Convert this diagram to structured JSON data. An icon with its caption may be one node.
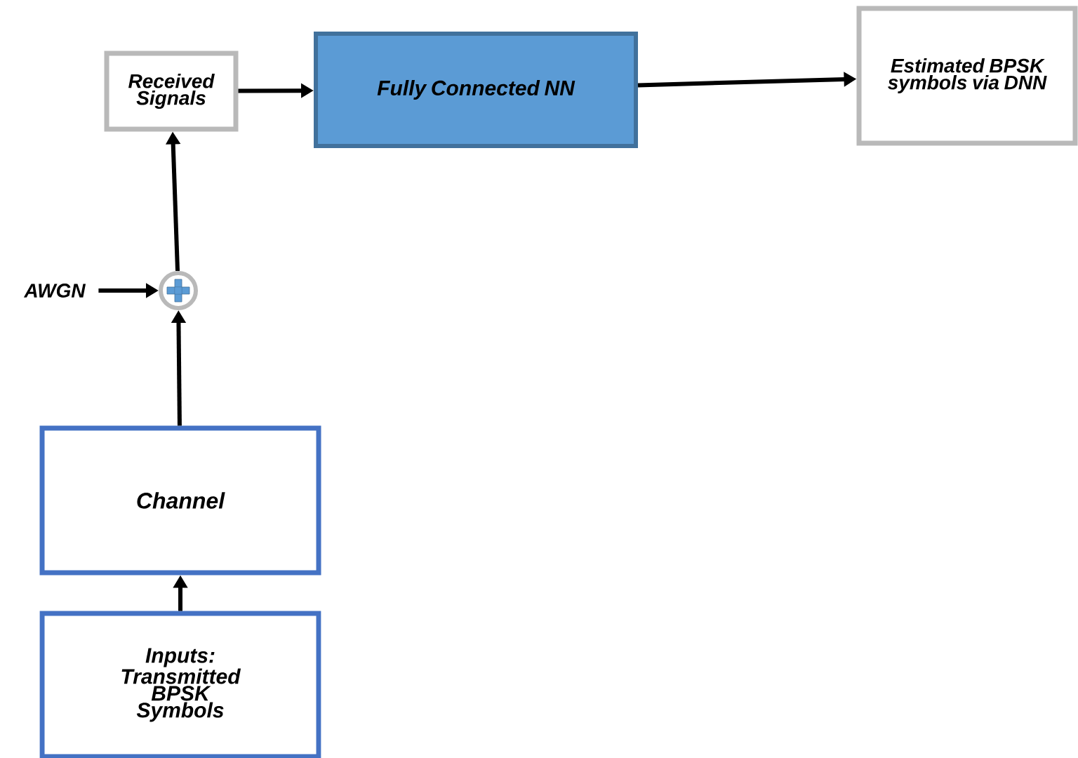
{
  "diagram": {
    "nodes": [
      {
        "text": [
          "Received Signals"
        ]
      },
      {
        "text": [
          "Fully Connected NN"
        ]
      },
      {
        "text": [
          "Estimated BPSK symbols via DNN"
        ]
      },
      {
        "text": [
          "AWGN"
        ]
      },
      {
        "text": [],
        "shape": "circle"
      },
      {
        "text": [
          "Channel"
        ]
      },
      {
        "text": [
          "Inputs: Transmitted BPSK Symbols"
        ]
      }
    ],
    "edges": [
      {
        "from": 0,
        "to": 1,
        "arrow": "to"
      },
      {
        "from": 1,
        "to": 2,
        "arrow": "to"
      },
      {
        "from": 3,
        "to": 4,
        "arrow": "to"
      },
      {
        "from": 4,
        "to": 0,
        "arrow": "to"
      },
      {
        "from": 5,
        "to": 4,
        "arrow": "to"
      },
      {
        "from": 6,
        "to": 5,
        "arrow": "to"
      }
    ]
  }
}
